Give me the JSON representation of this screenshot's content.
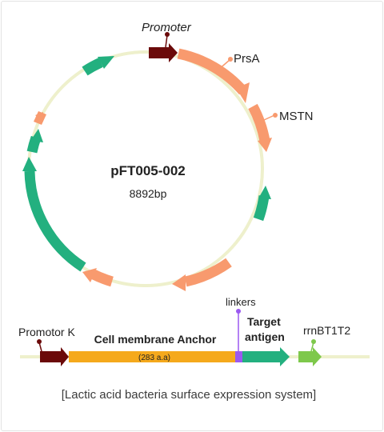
{
  "plasmid": {
    "name": "pFT005-002",
    "size": "8892bp"
  },
  "circle_labels": {
    "promoter": "Promoter",
    "prsa": "PrsA",
    "mstn": "MSTN"
  },
  "linear_map": {
    "promotor_k": "Promotor K",
    "cell_membrane_anchor": "Cell membrane Anchor",
    "anchor_length": "(283 a.a)",
    "linkers": "linkers",
    "target_antigen_line1": "Target",
    "target_antigen_line2": "antigen",
    "terminator": "rrnBT1T2"
  },
  "caption": "[Lactic acid bacteria surface expression system]",
  "colors": {
    "backbone": "#eef0cc",
    "promoter": "#6b0a0a",
    "orange": "#f89a6e",
    "green": "#23b07f",
    "anchor": "#f5a91c",
    "linker": "#9b59f0",
    "terminator": "#7ec84b"
  }
}
